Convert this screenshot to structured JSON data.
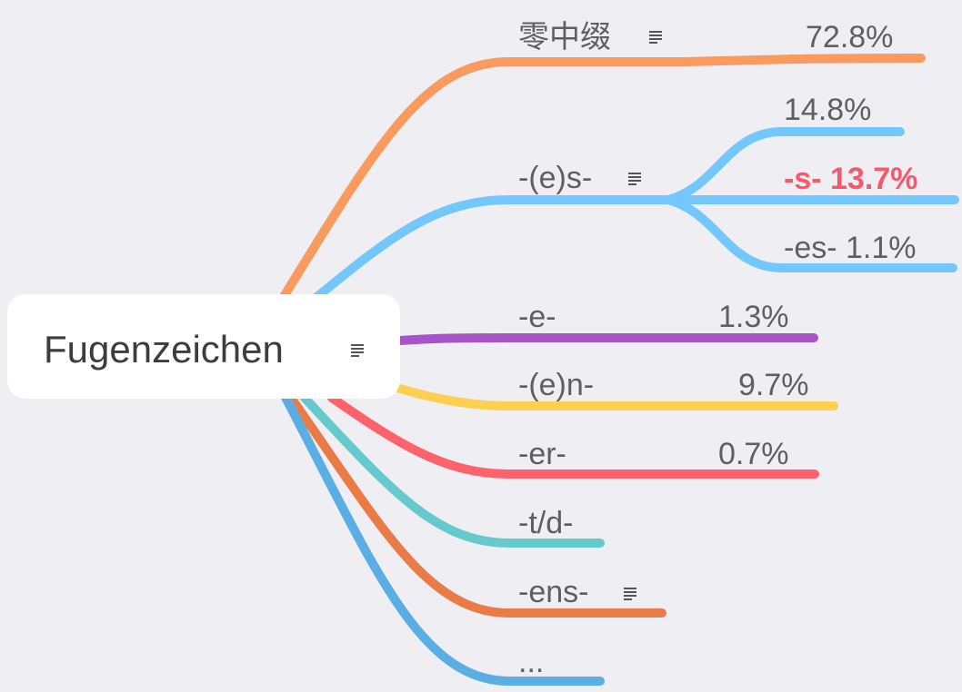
{
  "root": {
    "label": "Fugenzeichen"
  },
  "branches": [
    {
      "id": "zero",
      "label": "零中缀",
      "value": "72.8%",
      "color": "#fb9a5e",
      "has_note": true
    },
    {
      "id": "es",
      "label": "-(e)s-",
      "color": "#74c7fc",
      "has_note": true,
      "children": [
        {
          "id": "es-total",
          "label": "14.8%"
        },
        {
          "id": "s",
          "label": "-s- 13.7%",
          "highlight": true
        },
        {
          "id": "es-only",
          "label": "-es- 1.1%"
        }
      ]
    },
    {
      "id": "e",
      "label": "-e-",
      "value": "1.3%",
      "color": "#a853c6"
    },
    {
      "id": "en",
      "label": "-(e)n-",
      "value": "9.7%",
      "color": "#fecf50"
    },
    {
      "id": "er",
      "label": "-er-",
      "value": "0.7%",
      "color": "#fe636d"
    },
    {
      "id": "td",
      "label": "-t/d-",
      "color": "#66c9cc"
    },
    {
      "id": "ens",
      "label": "-ens-",
      "color": "#e97b47",
      "has_note": true
    },
    {
      "id": "more",
      "label": "...",
      "color": "#5baee4"
    }
  ]
}
